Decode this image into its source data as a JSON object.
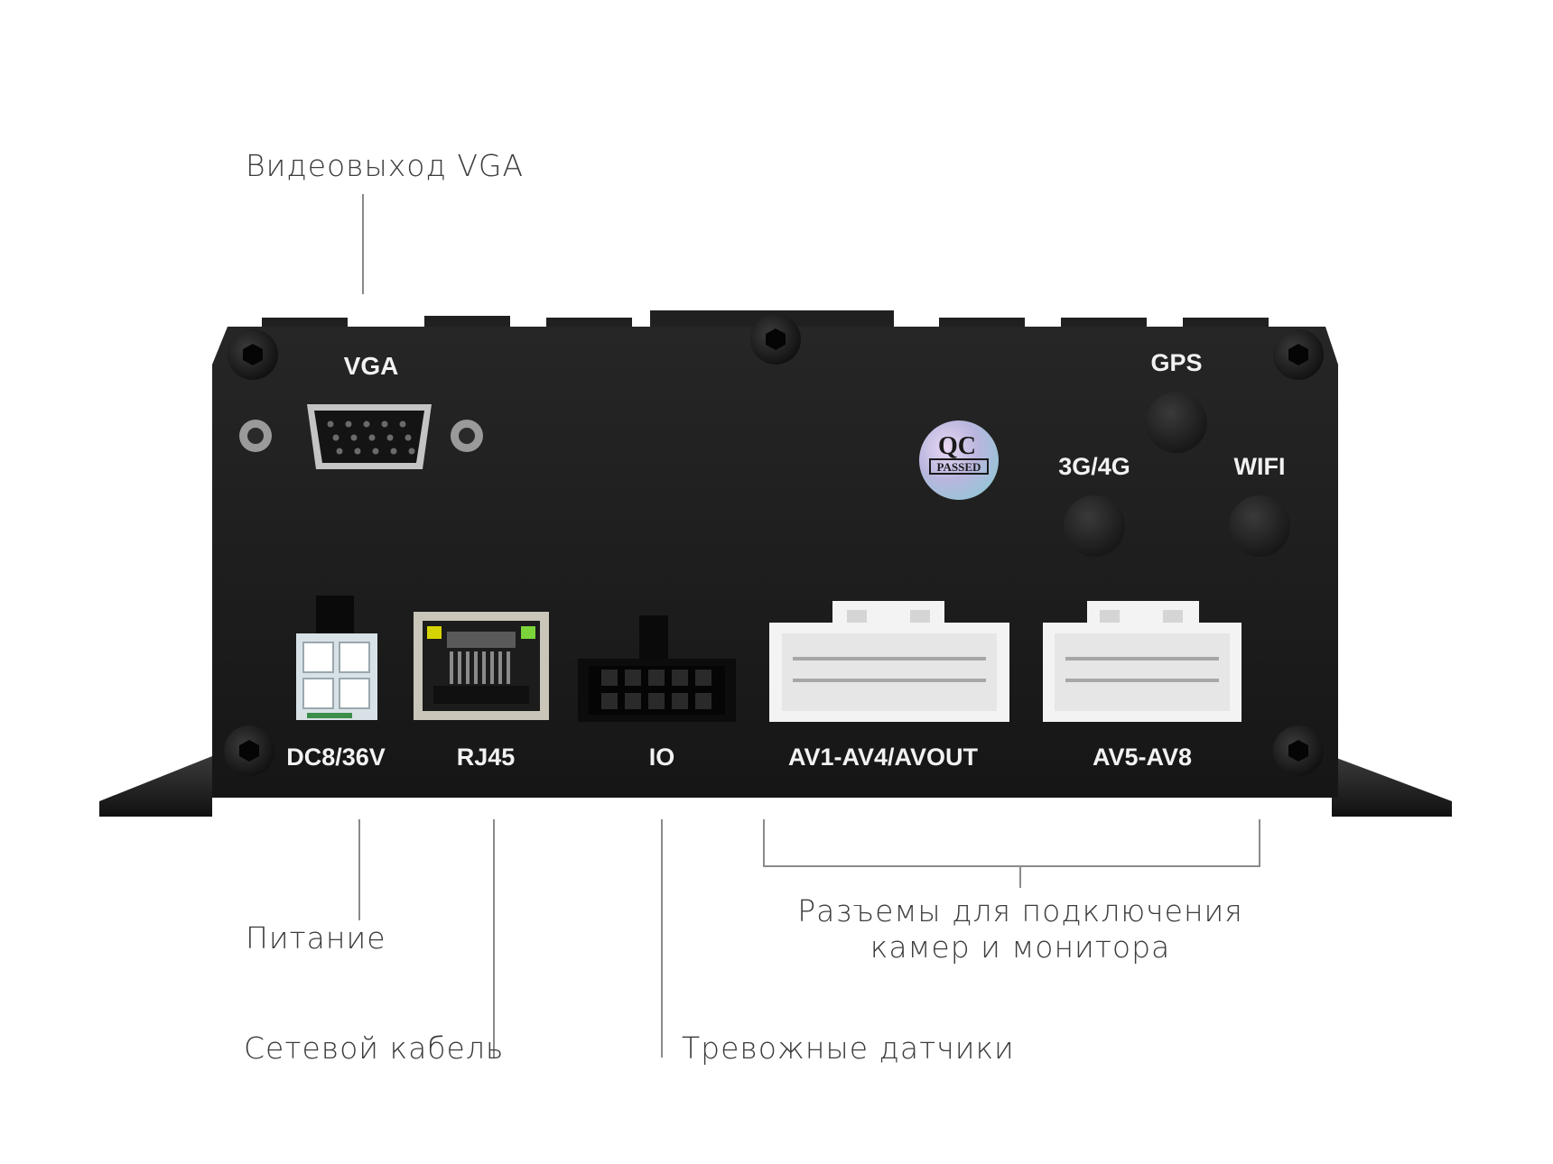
{
  "callouts": {
    "vga_output": "Видеовыход VGA",
    "power": "Питание",
    "network_cable": "Сетевой кабель",
    "alarm_sensors": "Тревожные датчики",
    "connectors_line1": "Разъемы для подключения",
    "connectors_line2": "камер и монитора"
  },
  "panel_labels": {
    "vga": "VGA",
    "gps": "GPS",
    "g34": "3G/4G",
    "wifi": "WIFI",
    "dc": "DC8/36V",
    "rj45": "RJ45",
    "io": "IO",
    "av1": "AV1-AV4/AVOUT",
    "av5": "AV5-AV8"
  },
  "qc_sticker": {
    "line1": "QC",
    "line2": "PASSED"
  },
  "colors": {
    "panel": "#1c1c1c",
    "panel_label": "#f2f2f2",
    "callout_text": "#3c3c3c",
    "leader_line": "#8a8a8a",
    "connector_white": "#f3f3f3",
    "power_connector": "#d8e2e6",
    "led_yellow": "#d6d400",
    "led_green": "#7bd43a"
  }
}
